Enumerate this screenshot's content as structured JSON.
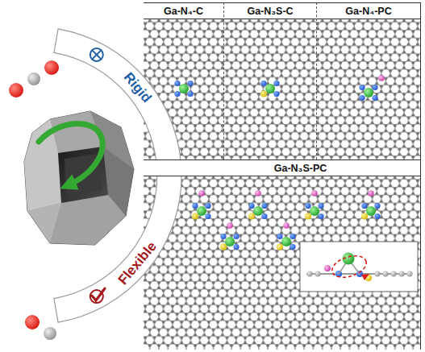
{
  "diagram": {
    "nodes": [
      {
        "text": [
          "Ga-N₄-C"
        ]
      },
      {
        "text": [
          "Ga-N₃S-C"
        ]
      },
      {
        "text": [
          "Ga-N₄-PC"
        ]
      },
      {
        "text": [
          "Ga-N₃S-PC"
        ]
      }
    ],
    "labels": [
      "Rigid",
      "Flexible"
    ]
  }
}
